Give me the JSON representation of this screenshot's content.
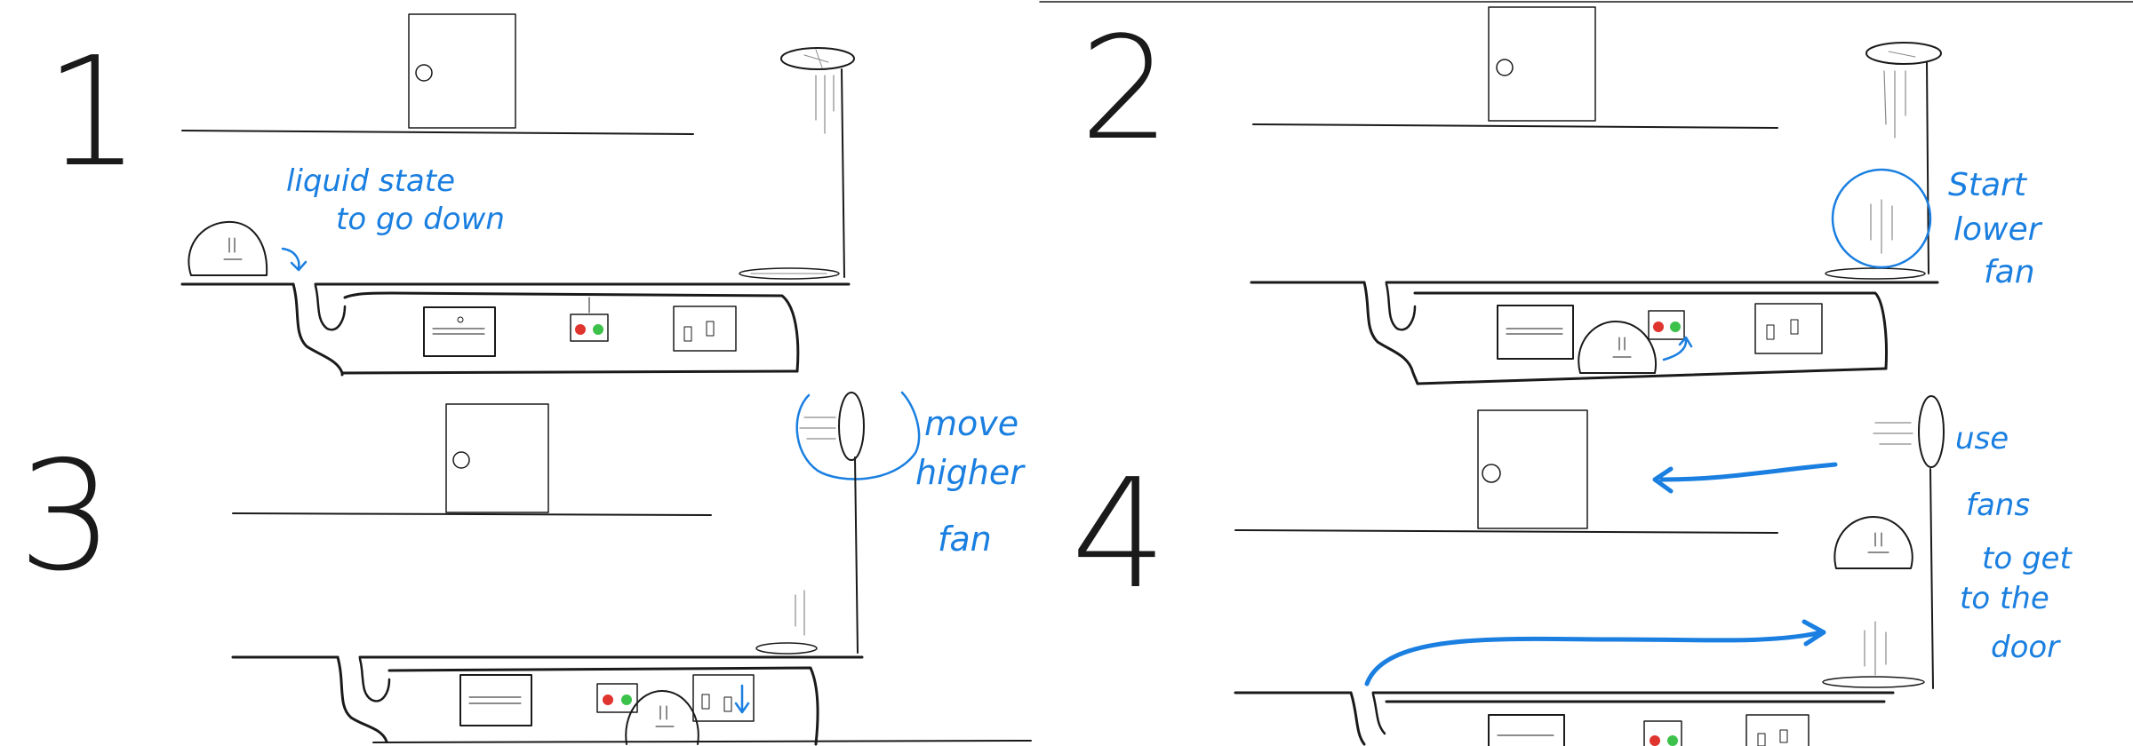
{
  "panels": [
    {
      "number": "1",
      "note_lines": [
        "liquid state",
        "to go down"
      ]
    },
    {
      "number": "2",
      "note_lines": [
        "Start",
        "lower",
        "fan"
      ]
    },
    {
      "number": "3",
      "note_lines": [
        "move",
        "higher",
        "fan"
      ]
    },
    {
      "number": "4",
      "note_lines": [
        "use",
        "fans",
        "to get",
        "to the",
        "door"
      ]
    }
  ],
  "colors": {
    "ink": "#1a1a1a",
    "annotation": "#1a7fe0",
    "red_button": "#e0342e",
    "green_button": "#3cc24a"
  },
  "icons": [
    "door-icon",
    "blob-character-icon",
    "fan-icon",
    "control-panel-icon",
    "arrow-icon"
  ]
}
